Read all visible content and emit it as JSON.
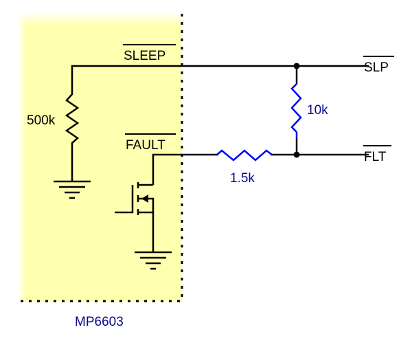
{
  "chip": {
    "name": "MP6603",
    "fill_color": "#ffffb0",
    "pins": {
      "sleep": "SLEEP",
      "fault": "FAULT"
    }
  },
  "components": {
    "pulldown_resistor": "500k",
    "pullup_resistor": "10k",
    "series_resistor": "1.5k"
  },
  "outputs": {
    "slp": "SLP",
    "flt": "FLT"
  },
  "colors": {
    "wire": "#000000",
    "added_parts": "#0000ff",
    "label_blue": "#0a0a8c"
  }
}
